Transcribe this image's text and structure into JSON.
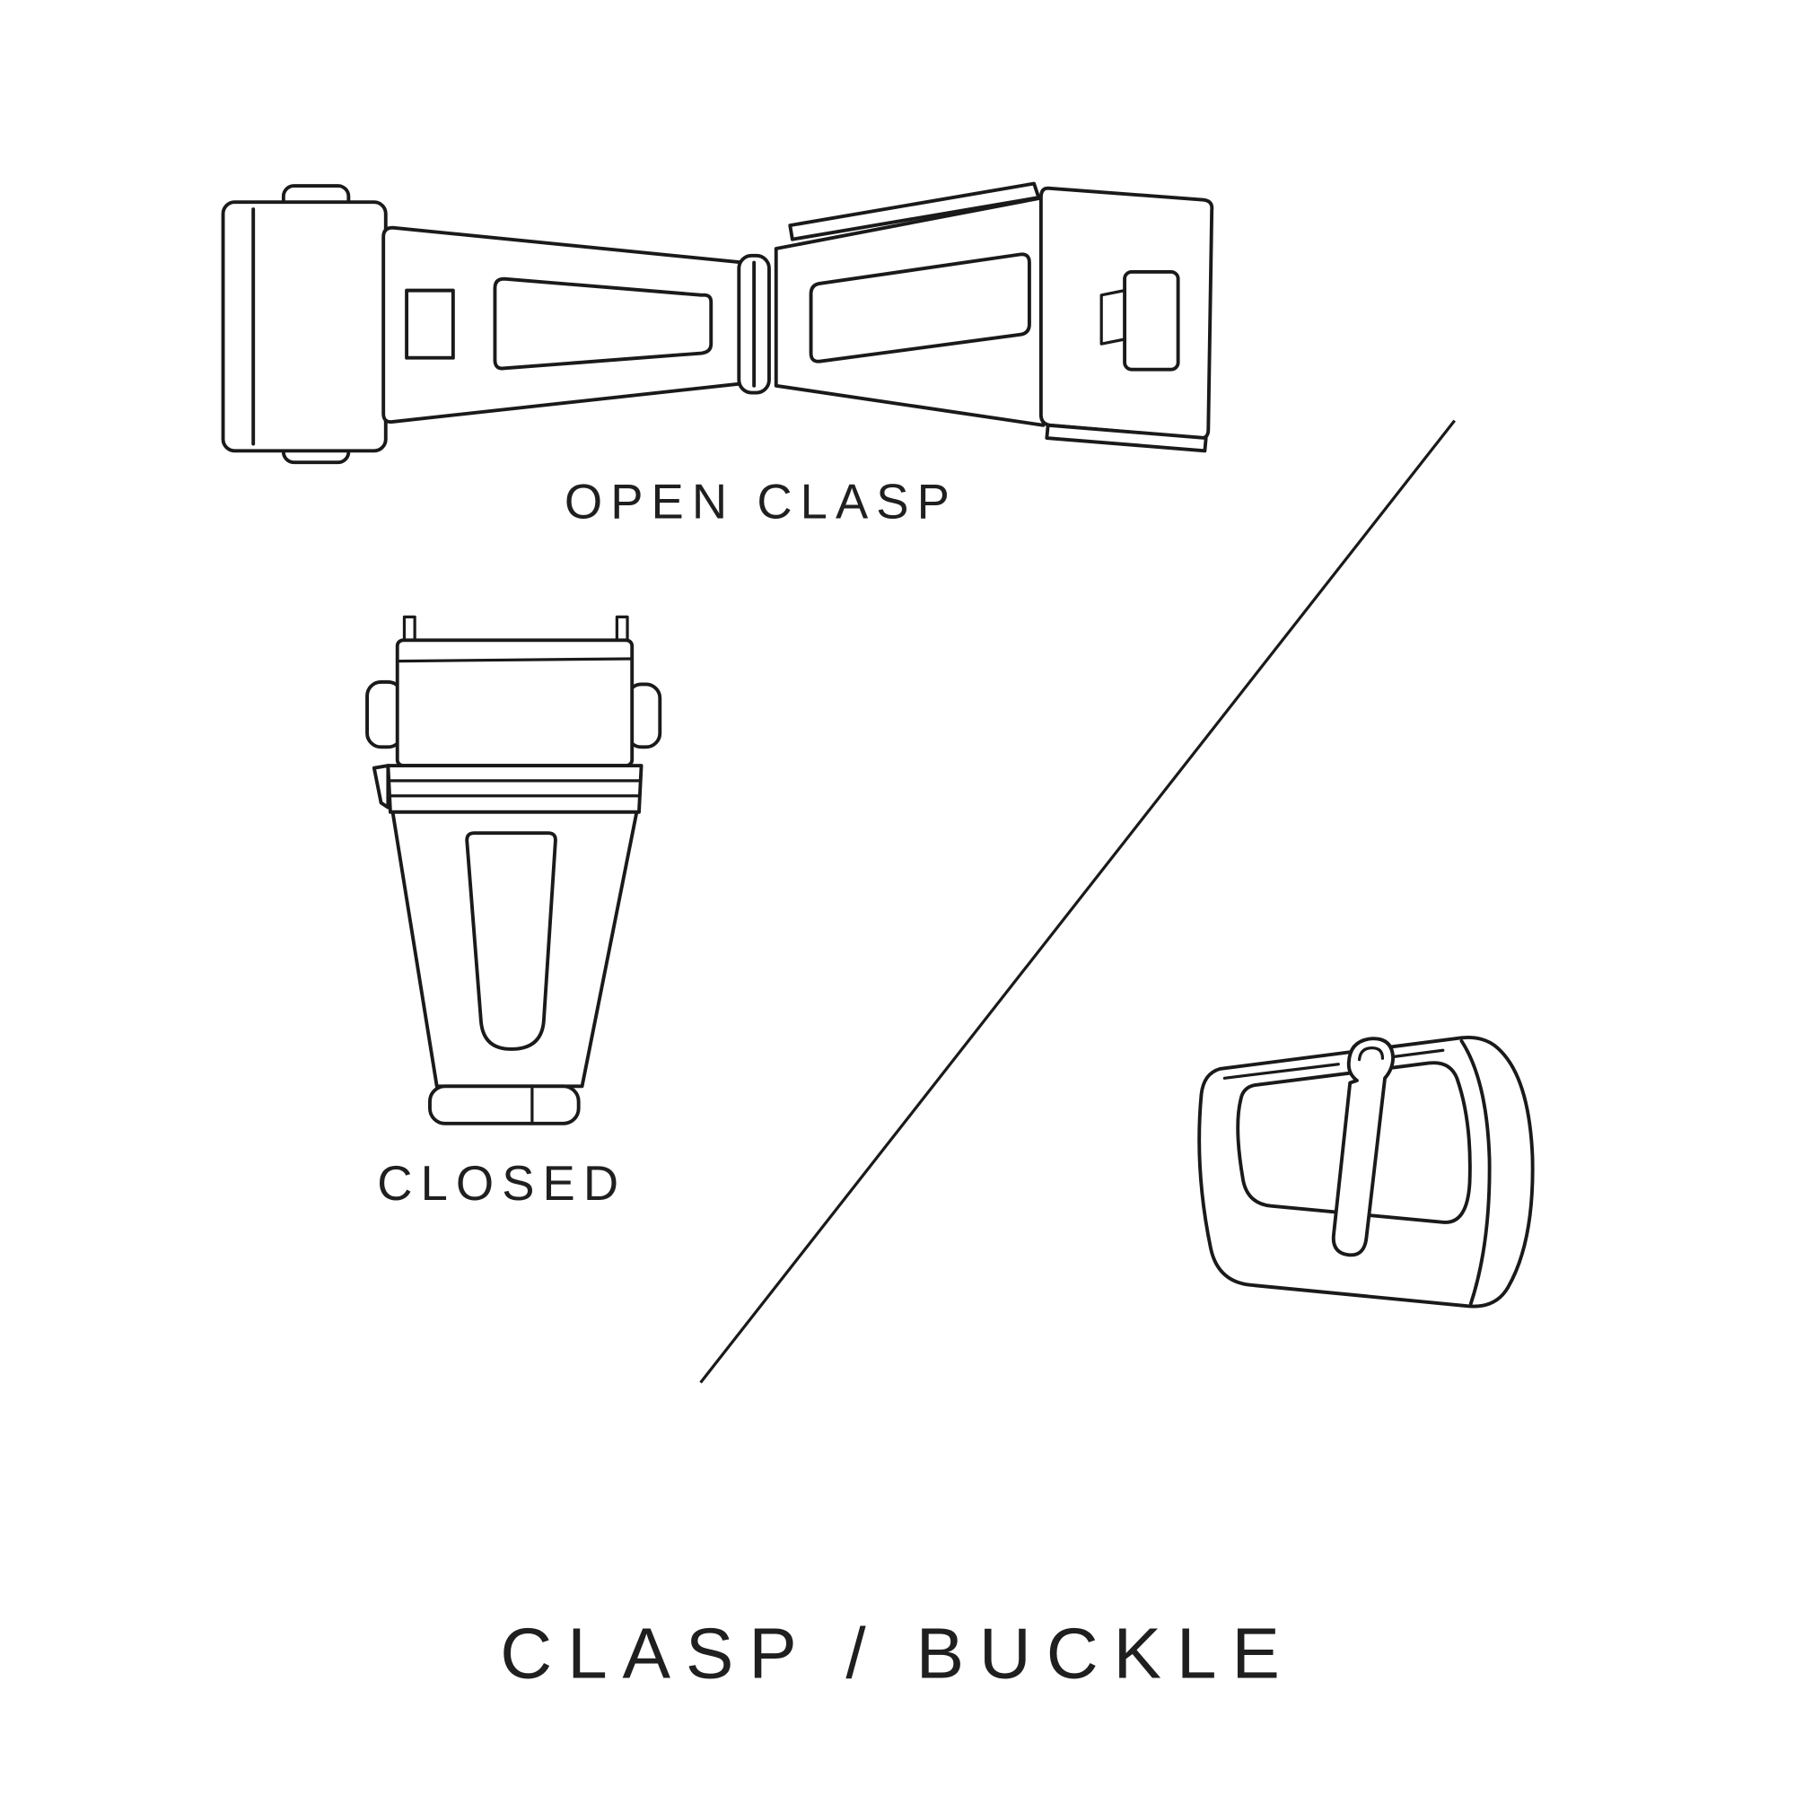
{
  "title": "CLASP / BUCKLE",
  "sections": {
    "open_clasp": {
      "label": "OPEN CLASP",
      "illustration": "open-clasp-top-view"
    },
    "closed_clasp": {
      "label": "CLOSED",
      "illustration": "closed-clasp-front-view"
    },
    "buckle": {
      "illustration": "tang-buckle-perspective"
    }
  },
  "colors": {
    "background": "#ffffff",
    "line": "#1a1a1a",
    "text": "#1f1f1f"
  }
}
